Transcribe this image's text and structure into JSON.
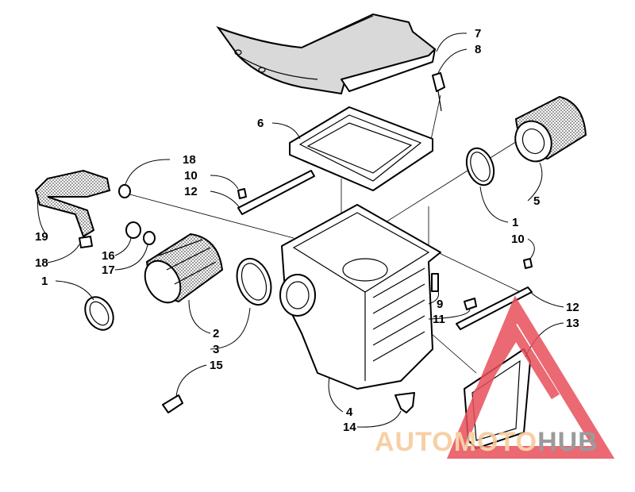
{
  "callouts": [
    "7",
    "8",
    "6",
    "18",
    "10",
    "12",
    "5",
    "1",
    "19",
    "18",
    "16",
    "17",
    "1",
    "10",
    "2",
    "3",
    "9",
    "11",
    "12",
    "13",
    "15",
    "4",
    "14"
  ],
  "watermark": {
    "part1": "AUTOMOTO",
    "part2": "HUB",
    "color1": "#f5c896",
    "color2": "#8a8a8a",
    "logo_color": "#e8505a"
  }
}
